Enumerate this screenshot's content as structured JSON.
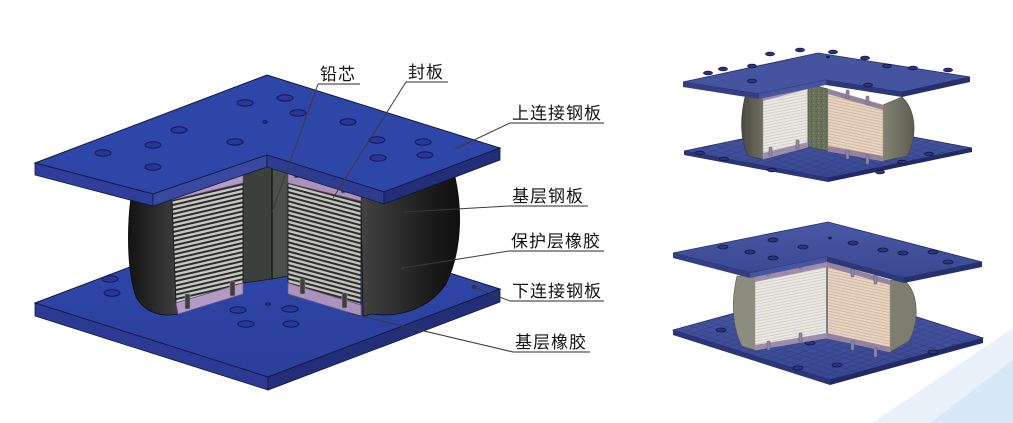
{
  "figure": {
    "labels": {
      "lead_core": "铅芯",
      "seal_plate": "封板",
      "upper_connecting_plate": "上连接钢板",
      "base_steel_plate": "基层钢板",
      "protective_rubber": "保护层橡胶",
      "lower_connecting_plate": "下连接钢板",
      "base_rubber": "基层橡胶"
    },
    "colors": {
      "plate_blue": "#2e46a8",
      "plate_blue_side": "#2c3a94",
      "plate_blue_dark": "#232e78",
      "seal_plate_mauve": "#b39bc5",
      "protective_rubber_dark": "#262626",
      "lamination_light": "#c8c8c4",
      "lamination_dark": "#2d2d2d",
      "lead_core_gray": "#3c403c",
      "render_plate_blue": "#46549f",
      "render_face_left": "#eceae4",
      "render_face_right": "#e9d6c4",
      "render_core_speckle": "#68705a",
      "corner_decoration_blue": "#d7e9f6",
      "label_color": "#141414",
      "leader_color": "#3a3a3a"
    }
  }
}
